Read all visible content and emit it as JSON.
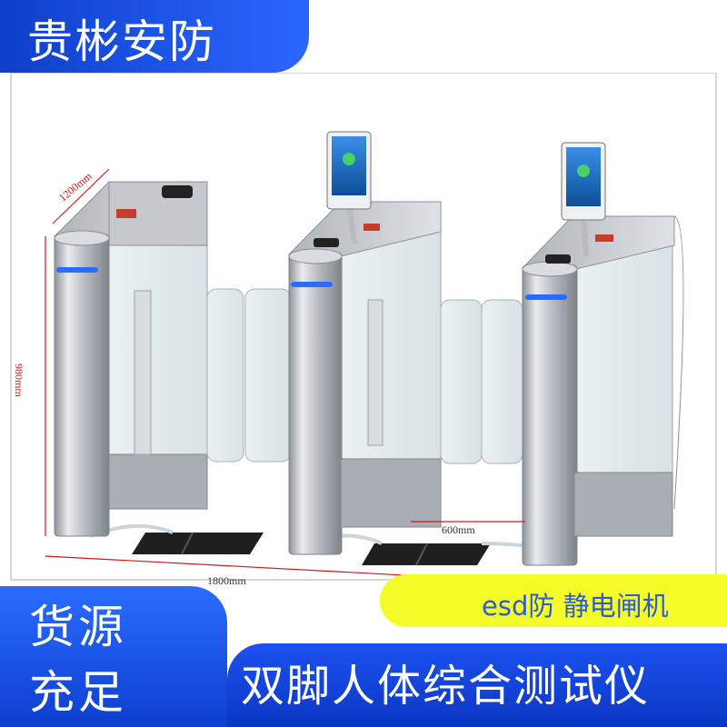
{
  "brand": {
    "name": "贵彬安防"
  },
  "product": {
    "dimensions": {
      "depth": "1200mm",
      "height": "980mm",
      "passage": "600mm",
      "total_width": "1800mm"
    }
  },
  "tags": {
    "yellow": "esd防  静电闸机",
    "stock_line1": "货源",
    "stock_line2": "充足",
    "title": "双脚人体综合测试仪"
  },
  "colors": {
    "blue": "#1c52f0",
    "yellow": "#f5fb26",
    "dim_red": "#d01818"
  }
}
